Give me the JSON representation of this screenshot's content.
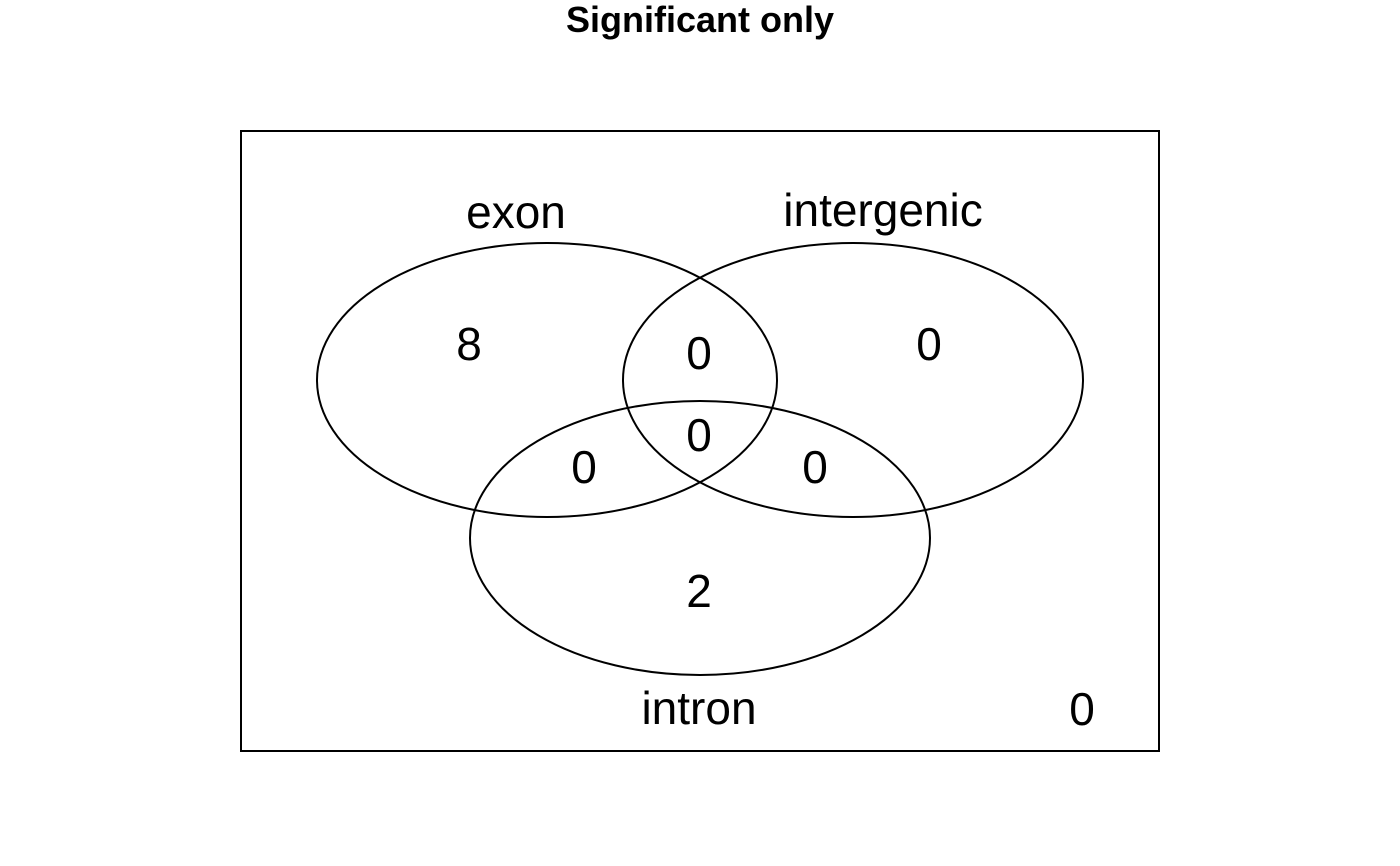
{
  "title": "Significant only",
  "sets": {
    "exon": "exon",
    "intergenic": "intergenic",
    "intron": "intron"
  },
  "counts": {
    "exon_only": "8",
    "intergenic_only": "0",
    "intron_only": "2",
    "exon_intergenic": "0",
    "exon_intron": "0",
    "intergenic_intron": "0",
    "all_three": "0",
    "none": "0"
  },
  "chart_data": {
    "type": "venn",
    "title": "Significant only",
    "sets": [
      "exon",
      "intergenic",
      "intron"
    ],
    "regions": [
      {
        "sets": [
          "exon"
        ],
        "value": 8
      },
      {
        "sets": [
          "intergenic"
        ],
        "value": 0
      },
      {
        "sets": [
          "intron"
        ],
        "value": 2
      },
      {
        "sets": [
          "exon",
          "intergenic"
        ],
        "value": 0
      },
      {
        "sets": [
          "exon",
          "intron"
        ],
        "value": 0
      },
      {
        "sets": [
          "intergenic",
          "intron"
        ],
        "value": 0
      },
      {
        "sets": [
          "exon",
          "intergenic",
          "intron"
        ],
        "value": 0
      },
      {
        "sets": [],
        "value": 0
      }
    ]
  }
}
